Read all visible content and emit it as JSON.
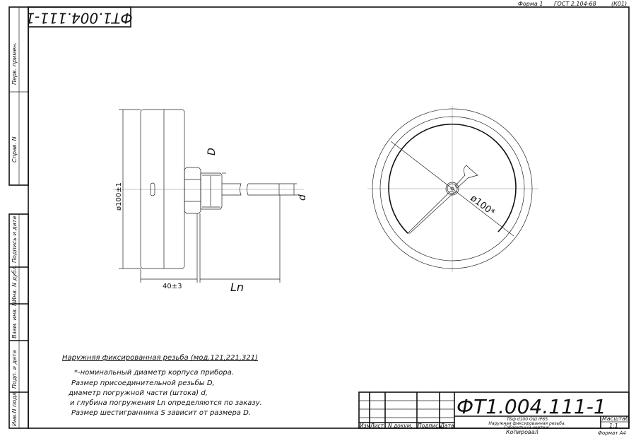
{
  "header": {
    "form": "Форма 1",
    "standard": "ГОСТ 2.104-68",
    "code": "(К01)",
    "rotated_designation": "ФТ1.004.111-1"
  },
  "left_stamps": {
    "upper": [
      "Перв. примен.",
      "Справ. N"
    ],
    "lower": [
      "Подпись и дата",
      "Инв. N дубл.",
      "Взам. инв. N",
      "Подп. и дата",
      "Инв.N подл."
    ]
  },
  "drawing": {
    "side_view": {
      "diameter_label": "ø100±1",
      "depth_label": "40±3",
      "length_label": "Ln",
      "thread_label": "D",
      "stem_label": "d"
    },
    "front_view": {
      "diameter_label": "ø100*"
    }
  },
  "notes": {
    "title": "Наружняя фиксированная резьба (мод.121,221,321)",
    "lines": [
      "*-номинальный диаметр корпуса прибора.",
      "Размер присоединительной резьбы D,",
      "диаметр погружной части (штока) d,",
      "и глубина погружения Ln определяются по заказу.",
      "Размер шестигранника S зависит от размера D."
    ]
  },
  "title_block": {
    "designation": "ФТ1.004.111-1",
    "columns": [
      "Изм",
      "Лист",
      "N докум.",
      "Подпись",
      "Дата"
    ],
    "description": [
      "ТБф d100 ОШ IP65",
      "Наружная фиксированная резьба.",
      "Габаритный чертеж."
    ],
    "scale_label": "Масштаб",
    "scale_value": "1:1",
    "copied": "Копировал",
    "format": "Формат А4"
  }
}
